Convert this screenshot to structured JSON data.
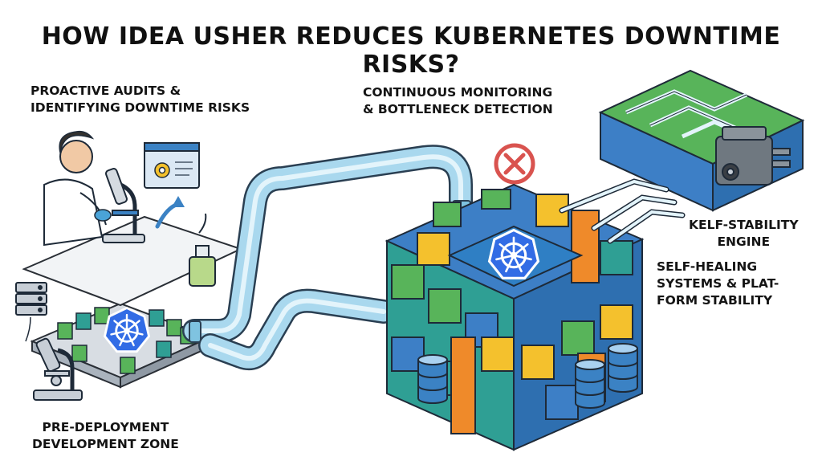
{
  "title": "HOW IDEA USHER REDUCES KUBERNETES DOWNTIME RISKS?",
  "labels": {
    "audits": [
      "PROACTIVE AUDITS &",
      "IDENTIFYING DOWNTIME RISKS"
    ],
    "monitoring": [
      "CONTINUOUS MONITORING",
      "& BOTTLENECK DETECTION"
    ],
    "engine": [
      "KELF-STABILITY",
      "ENGINE"
    ],
    "healing": [
      "SELF-HEALING",
      "SYSTEMS & PLAT-",
      "FORM STABILITY"
    ],
    "predeploy": [
      "PRE-DEPLOYMENT",
      "DEVELOPMENT ZONE"
    ]
  },
  "icons": {
    "kubernetes": "kubernetes-helm-wheel-icon",
    "blocked": "blocked-x-icon",
    "gear": "gear-icon",
    "database": "database-icon",
    "server": "server-stack-icon",
    "microscope": "microscope-icon",
    "engine": "engine-icon"
  },
  "colors": {
    "cube_blue": "#3d7fc6",
    "cube_green": "#58b45a",
    "cube_teal": "#2f9f94",
    "cube_orange": "#ef8a2a",
    "cube_yellow": "#f4c12d",
    "pipe": "#a9d8ee",
    "k8s": "#326ce5",
    "alert": "#d9534f"
  }
}
